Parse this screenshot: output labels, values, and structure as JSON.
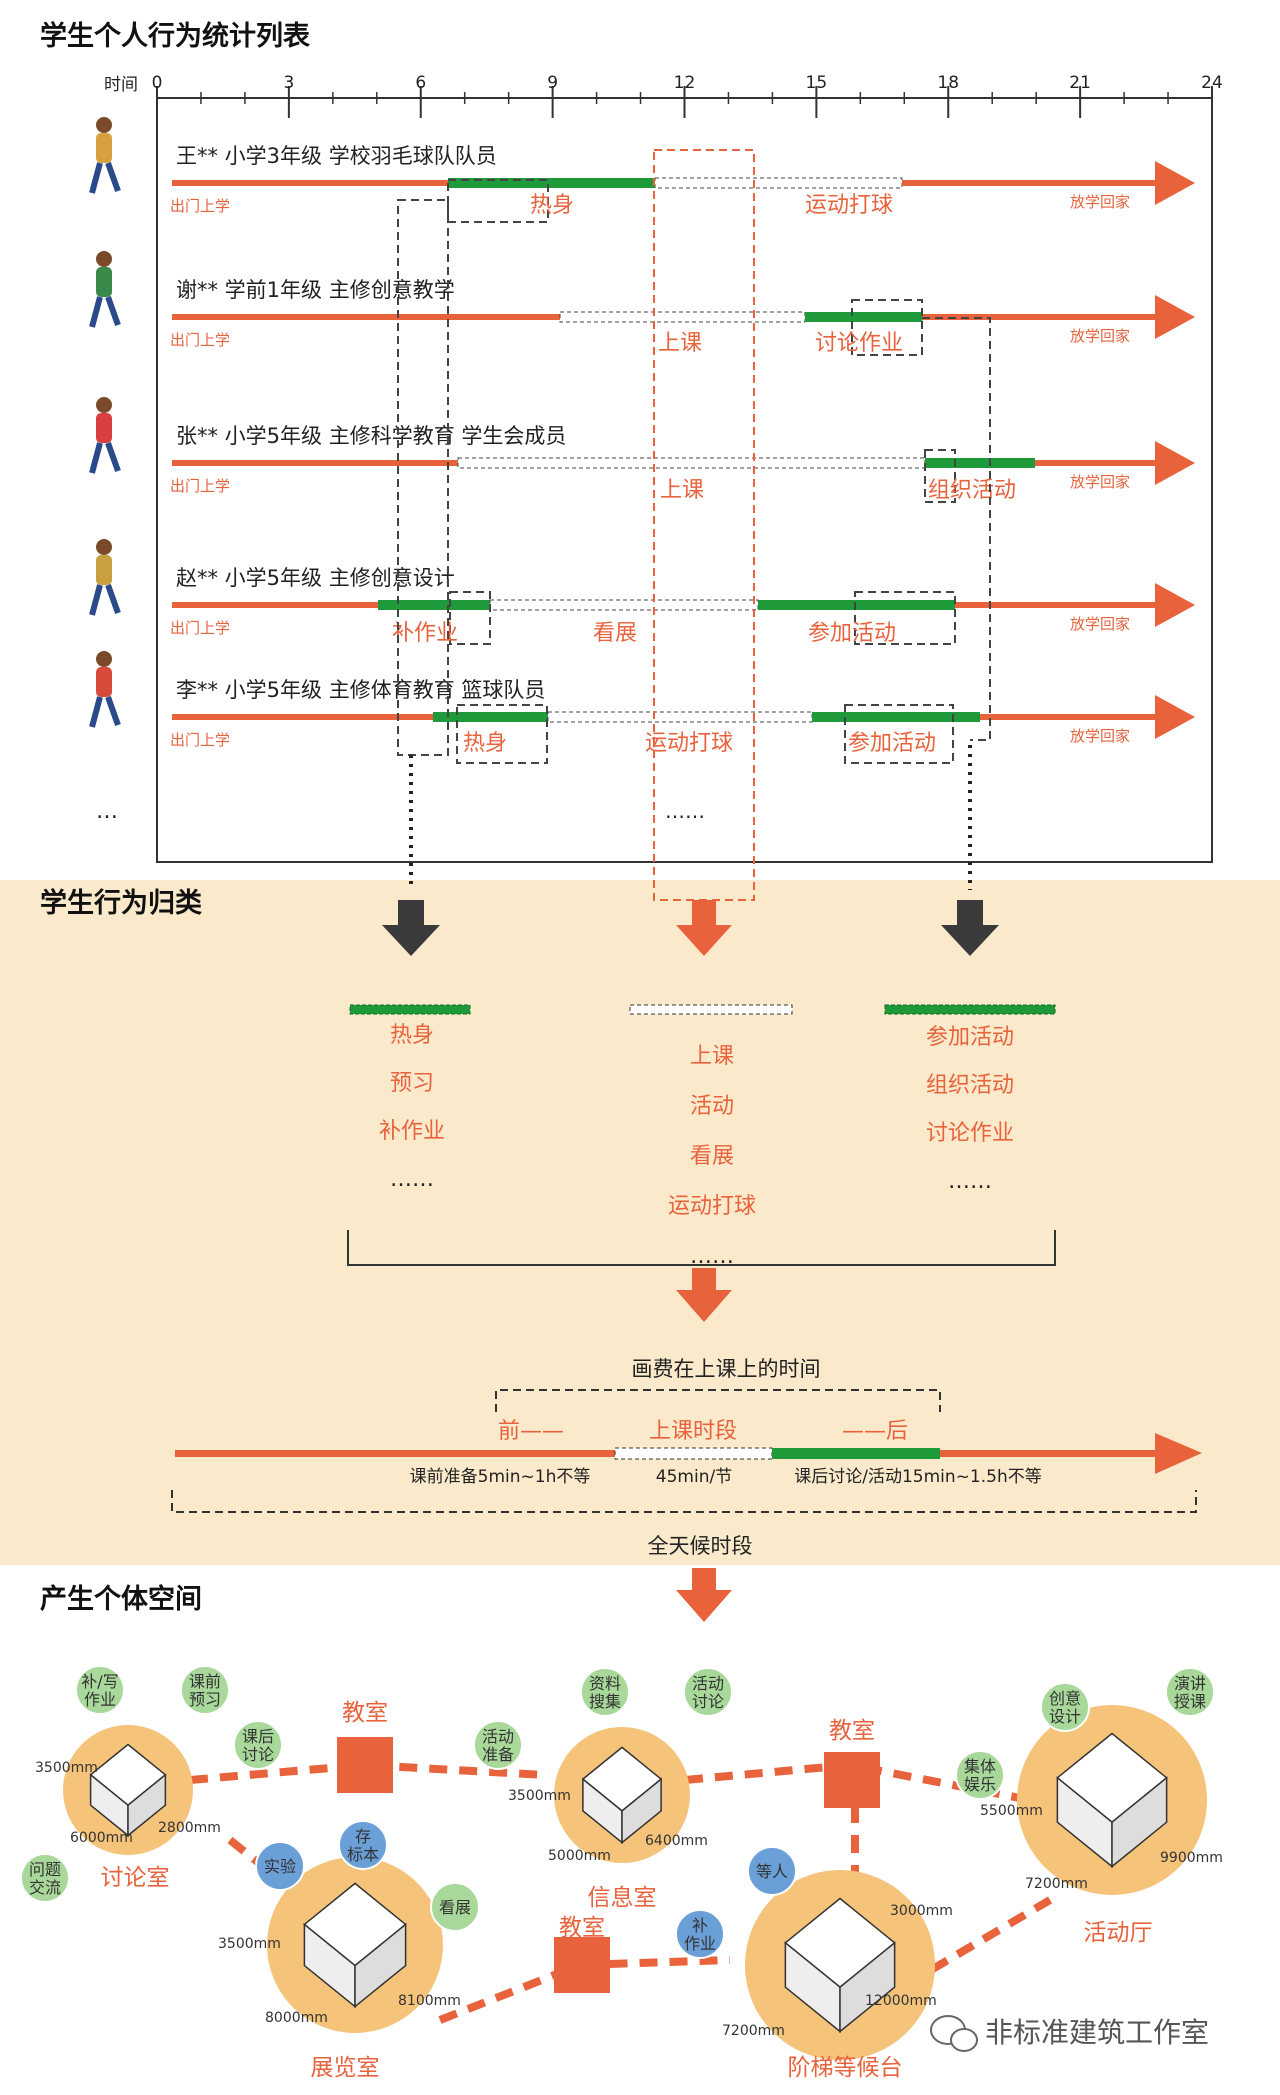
{
  "colors": {
    "orange": "#e8623c",
    "green": "#1f9a3a",
    "beige": "#fbe9cc",
    "dark": "#3a3a3a",
    "circle": "#f5c37a",
    "bubble_green": "#a8d89a",
    "bubble_blue": "#6a9fd8",
    "pink": "#f08a6a"
  },
  "section1": {
    "title": "学生个人行为统计列表",
    "time_label": "时间",
    "ticks": [
      "0",
      "3",
      "6",
      "9",
      "12",
      "15",
      "18",
      "21",
      "24"
    ]
  },
  "students": [
    {
      "name": "王**  小学3年级  学校羽毛球队队员",
      "start": "出门上学",
      "end": "放学回家",
      "labels": [
        "热身",
        "运动打球"
      ],
      "figure": "runner-icon"
    },
    {
      "name": "谢**  学前1年级  主修创意教学",
      "start": "出门上学",
      "end": "放学回家",
      "labels": [
        "上课",
        "讨论作业"
      ],
      "figure": "child-icon"
    },
    {
      "name": "张**  小学5年级  主修科学教育  学生会成员",
      "start": "出门上学",
      "end": "放学回家",
      "labels": [
        "上课",
        "组织活动"
      ],
      "figure": "student-icon"
    },
    {
      "name": "赵**  小学5年级  主修创意设计",
      "start": "出门上学",
      "end": "放学回家",
      "labels": [
        "补作业",
        "看展",
        "参加活动"
      ],
      "figure": "girl-icon"
    },
    {
      "name": "李**  小学5年级  主修体育教育  篮球队员",
      "start": "出门上学",
      "end": "放学回家",
      "labels": [
        "热身",
        "运动打球",
        "参加活动"
      ],
      "figure": "player-icon"
    }
  ],
  "ellipsis": {
    "rows": "…",
    "mid": "……"
  },
  "section2": {
    "title": "学生行为归类",
    "col1": [
      "热身",
      "预习",
      "补作业",
      "……"
    ],
    "col2": [
      "上课",
      "活动",
      "看展",
      "运动打球",
      "……"
    ],
    "col3": [
      "参加活动",
      "组织活动",
      "讨论作业",
      "……"
    ],
    "brace_caption": "画费在上课上的时间",
    "phases": [
      "前——",
      "上课时段",
      "——后"
    ],
    "phase_notes": [
      "课前准备5min~1h不等",
      "45min/节",
      "课后讨论/活动15min~1.5h不等"
    ],
    "all_day": "全天候时段"
  },
  "section3": {
    "title": "产生个体空间",
    "rooms": [
      {
        "name": "讨论室",
        "dims": [
          "3500mm",
          "6000mm",
          "2800mm"
        ]
      },
      {
        "name": "展览室",
        "dims": [
          "3500mm",
          "8000mm",
          "8100mm"
        ]
      },
      {
        "name": "信息室",
        "dims": [
          "3500mm",
          "5000mm",
          "6400mm"
        ]
      },
      {
        "name": "阶梯等候台",
        "dims": [
          "3000mm",
          "12000mm",
          "7200mm"
        ]
      },
      {
        "name": "活动厅",
        "dims": [
          "5500mm",
          "9900mm",
          "7200mm"
        ]
      }
    ],
    "classroom": "教室",
    "bubbles": [
      "补/写\n作业",
      "课前\n预习",
      "课后\n讨论",
      "问题\n交流",
      "实验",
      "存\n标本",
      "看展",
      "资料\n搜集",
      "活动\n讨论",
      "活动\n准备",
      "补\n作业",
      "等人",
      "创意\n设计",
      "演讲\n授课",
      "集体\n娱乐"
    ],
    "watermark": "非标准建筑工作室"
  }
}
